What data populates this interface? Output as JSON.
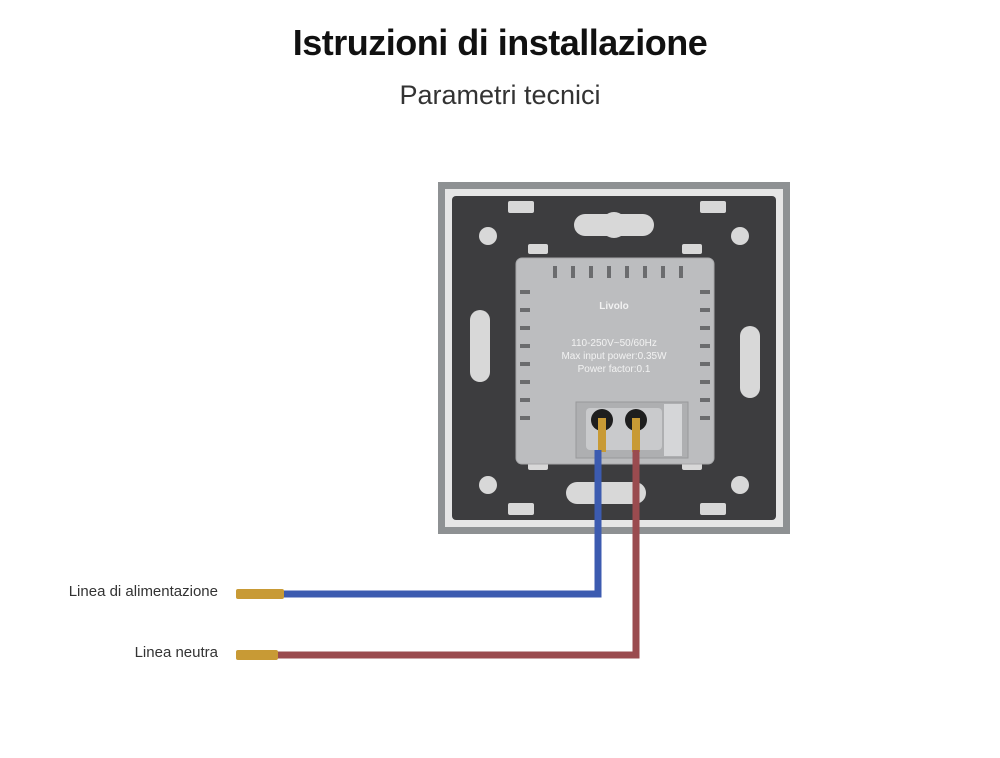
{
  "header": {
    "title": "Istruzioni di installazione",
    "subtitle": "Parametri tecnici"
  },
  "module": {
    "brand": "Livolo",
    "spec_lines": [
      "110-250V~50/60Hz",
      "Max input power:0.35W",
      "Power factor:0.1"
    ]
  },
  "wires": {
    "power_label": "Linea di alimentazione",
    "neutral_label": "Linea neutra",
    "power_color": "#3c5bb0",
    "neutral_color": "#9a4b4f",
    "copper_color": "#c89a35"
  },
  "colors": {
    "plate_frame": "#8e9193",
    "plate_body": "#3d3d3f",
    "module_body": "#bcbdbf"
  }
}
